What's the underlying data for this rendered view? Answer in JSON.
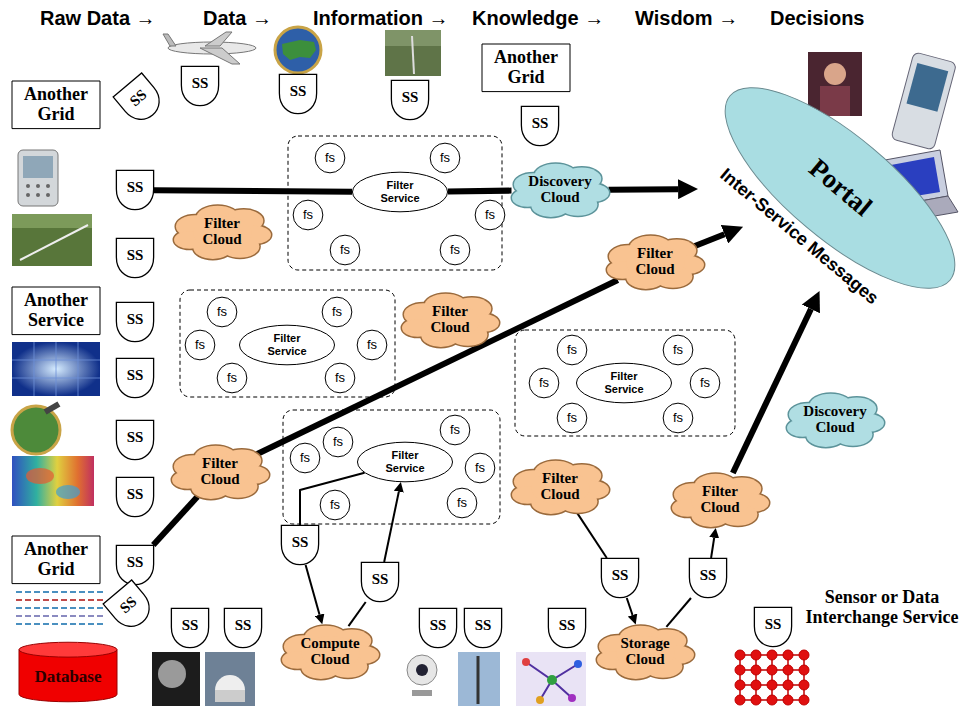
{
  "diagram": {
    "nodes": [
      {
        "text": [
          "Another Grid"
        ]
      },
      {
        "text": [
          "SS"
        ]
      },
      {
        "text": [
          "SS"
        ]
      },
      {
        "text": [
          "SS"
        ]
      },
      {
        "text": [
          "SS"
        ]
      },
      {
        "text": [
          "Another Grid"
        ]
      },
      {
        "text": [
          "SS"
        ]
      },
      {
        "text": [
          "Portal",
          "Inter-Service Messages"
        ]
      },
      {
        "text": [
          "SS"
        ]
      },
      {
        "text": [
          "Filter Service"
        ]
      },
      {
        "text": [
          "fs"
        ]
      },
      {
        "text": [
          "fs"
        ]
      },
      {
        "text": [
          "fs"
        ]
      },
      {
        "text": [
          "fs"
        ]
      },
      {
        "text": [
          "fs"
        ]
      },
      {
        "text": [
          "fs"
        ]
      },
      {
        "text": [
          "Discovery Cloud"
        ]
      },
      {
        "text": [
          "Filter Cloud"
        ]
      },
      {
        "text": [
          "Filter Cloud"
        ]
      },
      {
        "text": [
          "SS"
        ]
      },
      {
        "text": [
          "Another Service"
        ]
      },
      {
        "text": [
          "SS"
        ]
      },
      {
        "text": [
          "Filter Service"
        ]
      },
      {
        "text": [
          "fs"
        ]
      },
      {
        "text": [
          "fs"
        ]
      },
      {
        "text": [
          "fs"
        ]
      },
      {
        "text": [
          "fs"
        ]
      },
      {
        "text": [
          "fs"
        ]
      },
      {
        "text": [
          "fs"
        ]
      },
      {
        "text": [
          "Filter Cloud"
        ]
      },
      {
        "text": [
          "SS"
        ]
      },
      {
        "text": [
          "Filter Service"
        ]
      },
      {
        "text": [
          "fs"
        ]
      },
      {
        "text": [
          "fs"
        ]
      },
      {
        "text": [
          "fs"
        ]
      },
      {
        "text": [
          "fs"
        ]
      },
      {
        "text": [
          "fs"
        ]
      },
      {
        "text": [
          "fs"
        ]
      },
      {
        "text": [
          "Discovery Cloud"
        ]
      },
      {
        "text": [
          "SS"
        ]
      },
      {
        "text": [
          "Filter Service"
        ]
      },
      {
        "text": [
          "fs"
        ]
      },
      {
        "text": [
          "fs"
        ]
      },
      {
        "text": [
          "fs"
        ]
      },
      {
        "text": [
          "fs"
        ]
      },
      {
        "text": [
          "fs"
        ]
      },
      {
        "text": [
          "fs"
        ]
      },
      {
        "text": [
          "Filter Cloud"
        ]
      },
      {
        "text": [
          "Filter Cloud"
        ]
      },
      {
        "text": [
          "Filter Cloud"
        ]
      },
      {
        "text": [
          "SS"
        ]
      },
      {
        "text": [
          "SS"
        ]
      },
      {
        "text": [
          "Another Grid"
        ]
      },
      {
        "text": [
          "SS"
        ]
      },
      {
        "text": [
          "SS"
        ]
      },
      {
        "text": [
          "SS"
        ]
      },
      {
        "text": [
          "SS"
        ]
      },
      {
        "text": [
          "SS"
        ]
      },
      {
        "text": [
          "SS"
        ]
      },
      {
        "text": [
          "SS"
        ]
      },
      {
        "text": [
          "SS"
        ]
      },
      {
        "text": [
          "SS"
        ]
      },
      {
        "text": [
          "SS"
        ]
      },
      {
        "text": [
          "SS"
        ]
      },
      {
        "text": [
          "Compute Cloud"
        ]
      },
      {
        "text": [
          "Storage Cloud"
        ]
      },
      {
        "text": [
          "Database"
        ]
      }
    ],
    "edges": [
      {
        "from": 8,
        "to": 9,
        "arrow": "none"
      },
      {
        "from": 9,
        "to": 16,
        "arrow": "none"
      },
      {
        "from": 16,
        "to": 7,
        "arrow": "to"
      },
      {
        "from": 53,
        "to": 47,
        "arrow": "none"
      },
      {
        "from": 47,
        "to": 18,
        "arrow": "none"
      },
      {
        "from": 18,
        "to": 7,
        "arrow": "to"
      },
      {
        "from": 40,
        "to": 51,
        "arrow": "none"
      },
      {
        "from": 51,
        "to": 64,
        "arrow": "to"
      },
      {
        "from": 64,
        "to": 54,
        "arrow": "none"
      },
      {
        "from": 54,
        "to": 40,
        "arrow": "to"
      },
      {
        "from": 48,
        "to": 55,
        "arrow": "none"
      },
      {
        "from": 55,
        "to": 65,
        "arrow": "to"
      },
      {
        "from": 65,
        "to": 56,
        "arrow": "none"
      },
      {
        "from": 56,
        "to": 49,
        "arrow": "to"
      },
      {
        "from": 49,
        "to": 7,
        "arrow": "to"
      }
    ],
    "labels": [
      "Raw Data →",
      "Data →",
      "Information →",
      "Knowledge →",
      "Wisdom →",
      "Decisions",
      "Sensor or Data Interchange Service"
    ]
  }
}
